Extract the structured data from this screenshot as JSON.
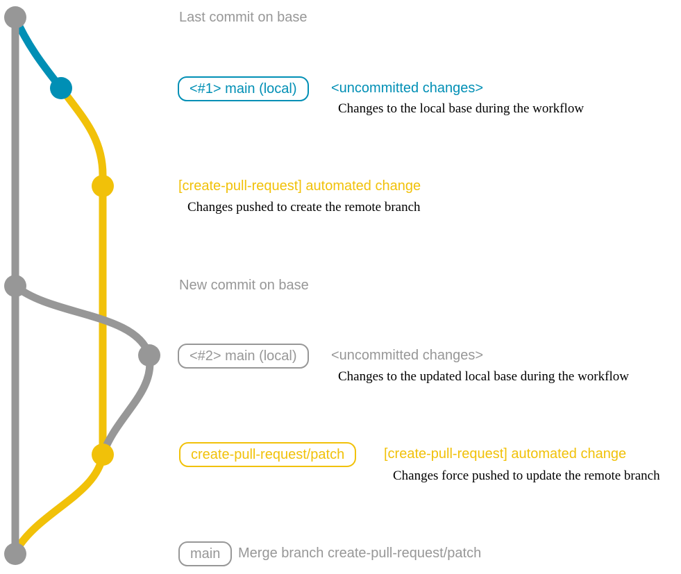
{
  "colors": {
    "gray": "#979797",
    "blue": "#008fb5",
    "yellow": "#f1c109",
    "ink": "#000000",
    "background": "#ffffff"
  },
  "diagram": {
    "type": "git-graph",
    "branches": [
      {
        "name": "base",
        "color": "#979797"
      },
      {
        "name": "main (local)",
        "color": "#008fb5"
      },
      {
        "name": "create-pull-request/patch",
        "color": "#f1c109"
      }
    ],
    "rows": {
      "last_commit": {
        "message": "Last commit on base"
      },
      "local_commit_1": {
        "tag": "<#1> main (local)",
        "message": "<uncommitted changes>",
        "note": "Changes to the local base during the workflow"
      },
      "patch_commit_1": {
        "message": "[create-pull-request] automated change",
        "note": "Changes pushed to create the remote branch"
      },
      "new_commit": {
        "message": "New commit on base"
      },
      "local_commit_2": {
        "tag": "<#2> main (local)",
        "message": "<uncommitted changes>",
        "note": "Changes to the updated local base during the workflow"
      },
      "patch_commit_2": {
        "tag": "create-pull-request/patch",
        "message": "[create-pull-request] automated change",
        "note": "Changes force pushed to update the remote branch"
      },
      "merge_commit": {
        "tag": "main",
        "message": "Merge branch create-pull-request/patch"
      }
    }
  }
}
